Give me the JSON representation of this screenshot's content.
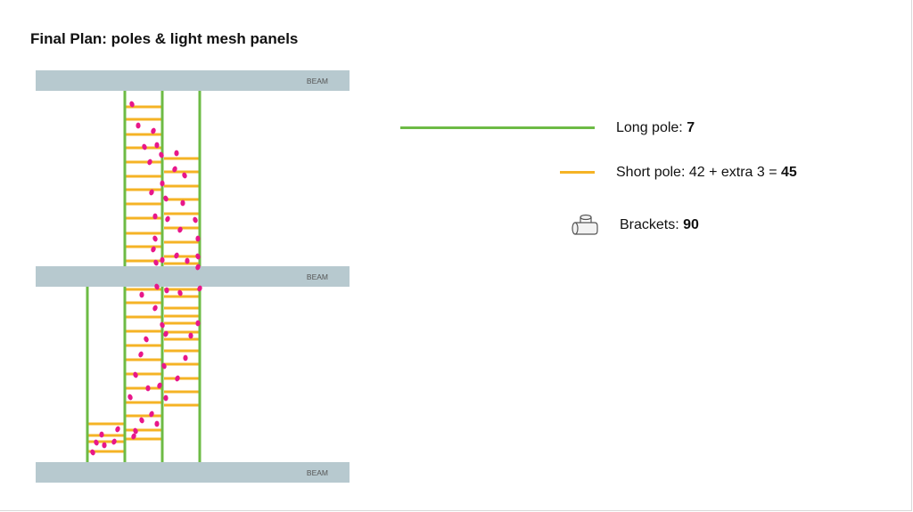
{
  "title": "Final Plan: poles & light mesh panels",
  "beams": [
    {
      "label": "BEAM"
    },
    {
      "label": "BEAM"
    },
    {
      "label": "BEAM"
    }
  ],
  "colors": {
    "long_pole": "#6dbb45",
    "short_pole": "#f5b325",
    "bracket_dot": "#e8178a",
    "beam": "#b7c9cf",
    "beam_text": "#555555"
  },
  "legend": {
    "long_pole": {
      "label": "Long pole: ",
      "value": "7"
    },
    "short_pole": {
      "label": "Short pole: 42 + extra 3 = ",
      "value": "45"
    },
    "brackets": {
      "label": "Brackets: ",
      "value": "90",
      "icon": "bracket-icon"
    }
  }
}
